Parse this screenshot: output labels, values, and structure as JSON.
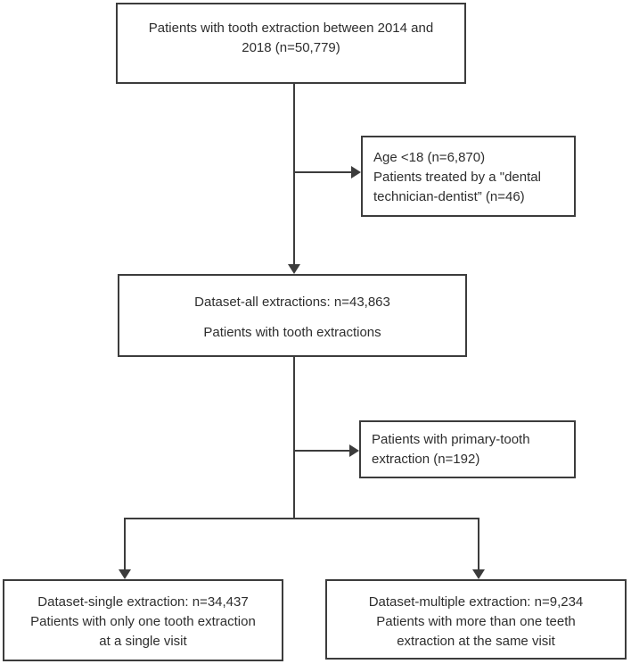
{
  "figure": {
    "type": "flowchart",
    "description": "Patient selection flow diagram for tooth extraction dataset"
  },
  "colors": {
    "line": "#3c3c3c",
    "text": "#2e2e2e",
    "background": "#ffffff"
  },
  "boxes": {
    "top": {
      "lines": [
        "Patients with tooth extraction between 2014 and",
        "2018 (n=50,779)"
      ]
    },
    "exclusion1": {
      "lines": [
        "Age <18 (n=6,870)",
        "Patients treated by a \"dental",
        "technician-dentist” (n=46)"
      ]
    },
    "all": {
      "lines": [
        "Dataset-all extractions: n=43,863",
        "Patients with tooth extractions"
      ]
    },
    "exclusion2": {
      "lines": [
        "Patients with primary-tooth",
        "extraction (n=192)"
      ]
    },
    "single": {
      "lines": [
        "Dataset-single extraction: n=34,437",
        "Patients with only one tooth extraction",
        "at a single visit"
      ]
    },
    "multiple": {
      "lines": [
        "Dataset-multiple extraction: n=9,234",
        "Patients with more than one teeth",
        "extraction at the same visit"
      ]
    }
  }
}
